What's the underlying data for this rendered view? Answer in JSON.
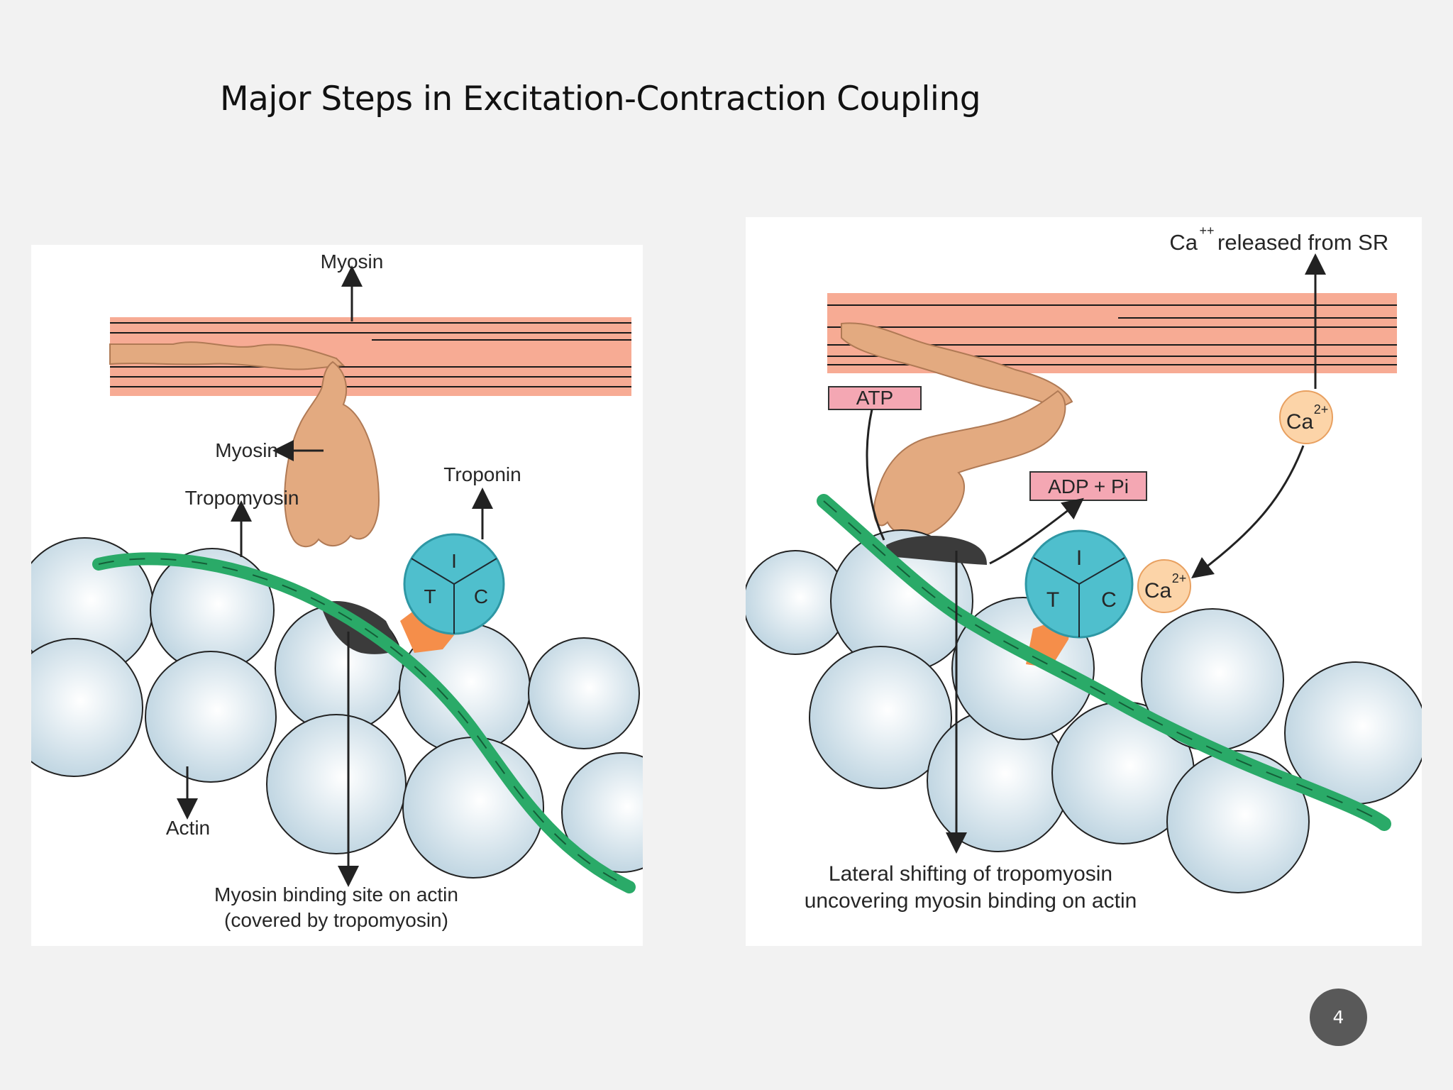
{
  "title": "Major Steps in Excitation-Contraction Coupling",
  "page_number": "4",
  "colors": {
    "background": "#f2f2f2",
    "myosin_filament": "#f7ab94",
    "myosin_head": "#e3aa80",
    "actin": "#d3e3ec",
    "tropomyosin": "#2aaa68",
    "troponin": "#4fbfcd",
    "binding_site": "#3b3b3b",
    "calcium": "#fcd4a8",
    "label_box": "#f4a7b3"
  },
  "left_panel": {
    "labels": {
      "myosin_top": "Myosin",
      "myosin_head": "Myosin",
      "troponin": "Troponin",
      "tropomyosin": "Tropomyosin",
      "actin": "Actin",
      "binding_site_line1": "Myosin binding site on actin",
      "binding_site_line2": "(covered by tropomyosin)"
    },
    "troponin_subunits": {
      "i": "I",
      "t": "T",
      "c": "C"
    }
  },
  "right_panel": {
    "labels": {
      "ca_base": "Ca",
      "ca_sup": "++",
      "ca_released": "released from SR",
      "atp": "ATP",
      "adp_pi": "ADP + Pi",
      "lateral_line1": "Lateral shifting of tropomyosin",
      "lateral_line2": "uncovering myosin binding on actin"
    },
    "calcium_ion": {
      "symbol": "Ca",
      "charge": "2+"
    },
    "troponin_subunits": {
      "i": "I",
      "t": "T",
      "c": "C"
    }
  }
}
